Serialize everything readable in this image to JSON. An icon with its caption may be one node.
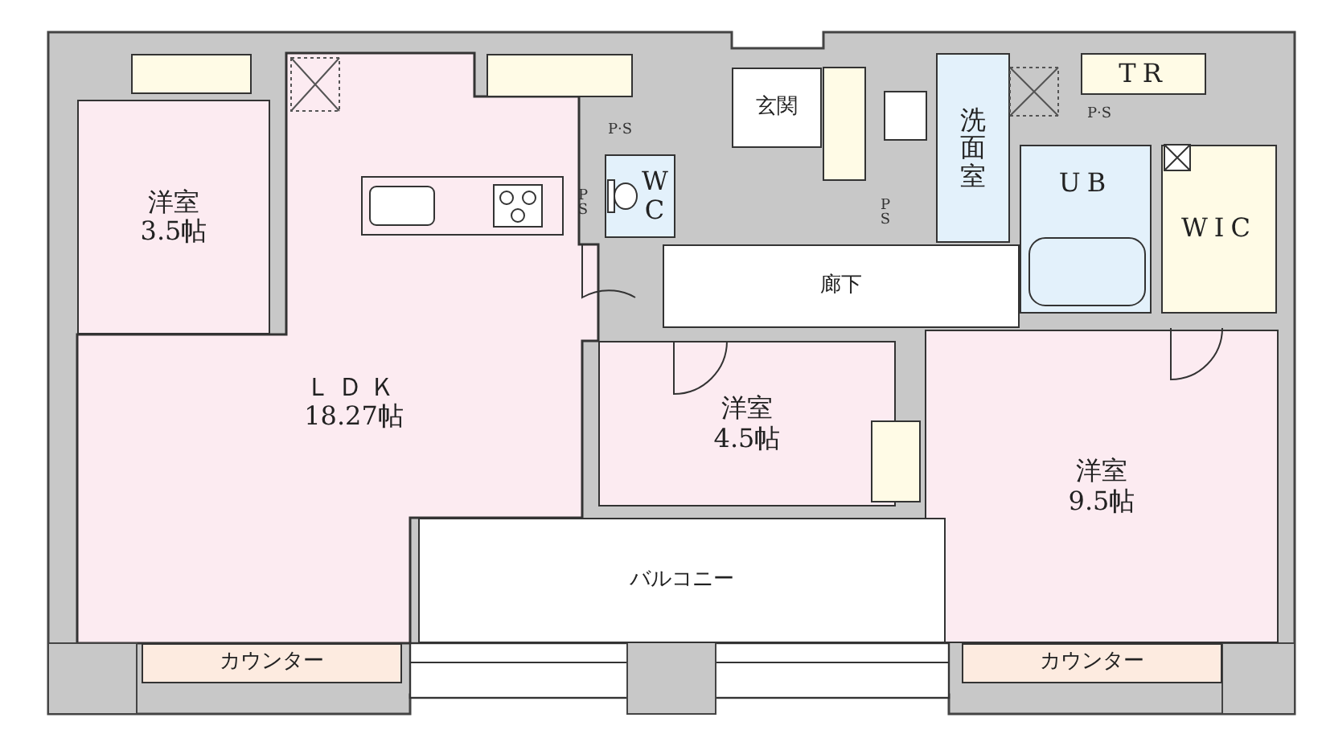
{
  "diagram": {
    "nodes": [
      {
        "text": [
          "洋室",
          "3.5帖"
        ]
      },
      {
        "text": [
          "ＬＤＫ",
          "18.27帖"
        ]
      },
      {
        "text": [
          "W",
          "C"
        ]
      },
      {
        "text": [
          "玄関"
        ]
      },
      {
        "text": [
          "洗面室"
        ]
      },
      {
        "text": [
          "TR"
        ]
      },
      {
        "text": [
          "UB"
        ]
      },
      {
        "text": [
          "WIC"
        ]
      },
      {
        "text": [
          "廊下"
        ]
      },
      {
        "text": [
          "洋室",
          "4.5帖"
        ]
      },
      {
        "text": [
          "洋室",
          "9.5帖"
        ]
      },
      {
        "text": [
          "バルコニー"
        ]
      },
      {
        "text": [
          "カウンター"
        ]
      },
      {
        "text": [
          "カウンター"
        ]
      }
    ],
    "labels": [
      "P·S",
      "P·S",
      "PS",
      "PS"
    ]
  }
}
